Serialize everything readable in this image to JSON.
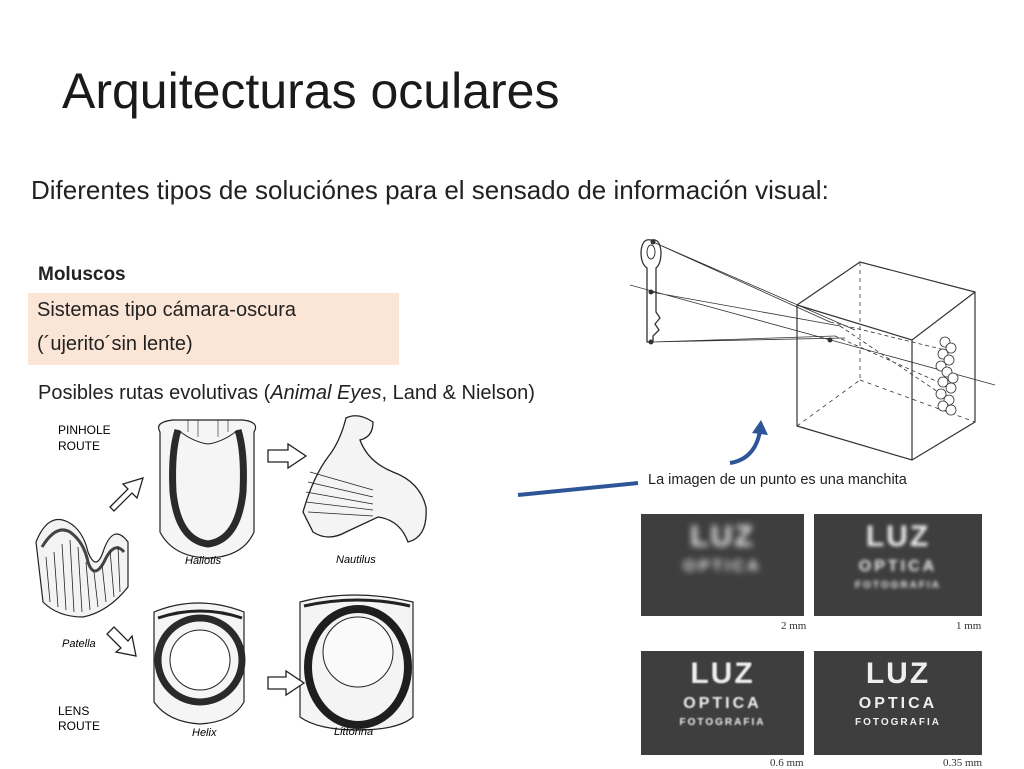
{
  "slide": {
    "title": "Arquitecturas oculares",
    "subtitle": "Diferentes tipos de soluciónes para el sensado de información visual:",
    "group_label": "Moluscos",
    "highlight_lines": [
      "Sistemas tipo cámara-oscura",
      "(´ujerito´sin lente)"
    ],
    "routes_caption": {
      "before": "Posibles rutas evolutivas (",
      "italic": "Animal Eyes",
      "after": ",  Land & Nielson)"
    },
    "spot_caption": "La imagen de un punto es una manchita"
  },
  "figure_evolution": {
    "labels": {
      "pinhole_route": [
        "PINHOLE",
        "ROUTE"
      ],
      "lens_route": [
        "LENS",
        "ROUTE"
      ],
      "haliotis": "Haliotis",
      "nautilus": "Nautilus",
      "patella": "Patella",
      "helix": "Helix",
      "littorina": "Littorina"
    }
  },
  "photos": [
    {
      "caption": "2 mm",
      "main": "LUZ",
      "line2": "OPTICA",
      "line3": "",
      "blur": 3.2
    },
    {
      "caption": "1 mm",
      "main": "LUZ",
      "line2": "OPTICA",
      "line3": "FOTOGRAFIA",
      "blur": 1.8
    },
    {
      "caption": "0.6 mm",
      "main": "LUZ",
      "line2": "OPTICA",
      "line3": "FOTOGRAFIA",
      "blur": 0.9
    },
    {
      "caption": "0.35 mm",
      "main": "LUZ",
      "line2": "OPTICA",
      "line3": "FOTOGRAFIA",
      "blur": 0.2
    }
  ],
  "colors": {
    "highlight_bg": "#fbe5d6",
    "arrow_blue": "#2e5597",
    "photo_bg": "#3e3e3e"
  }
}
